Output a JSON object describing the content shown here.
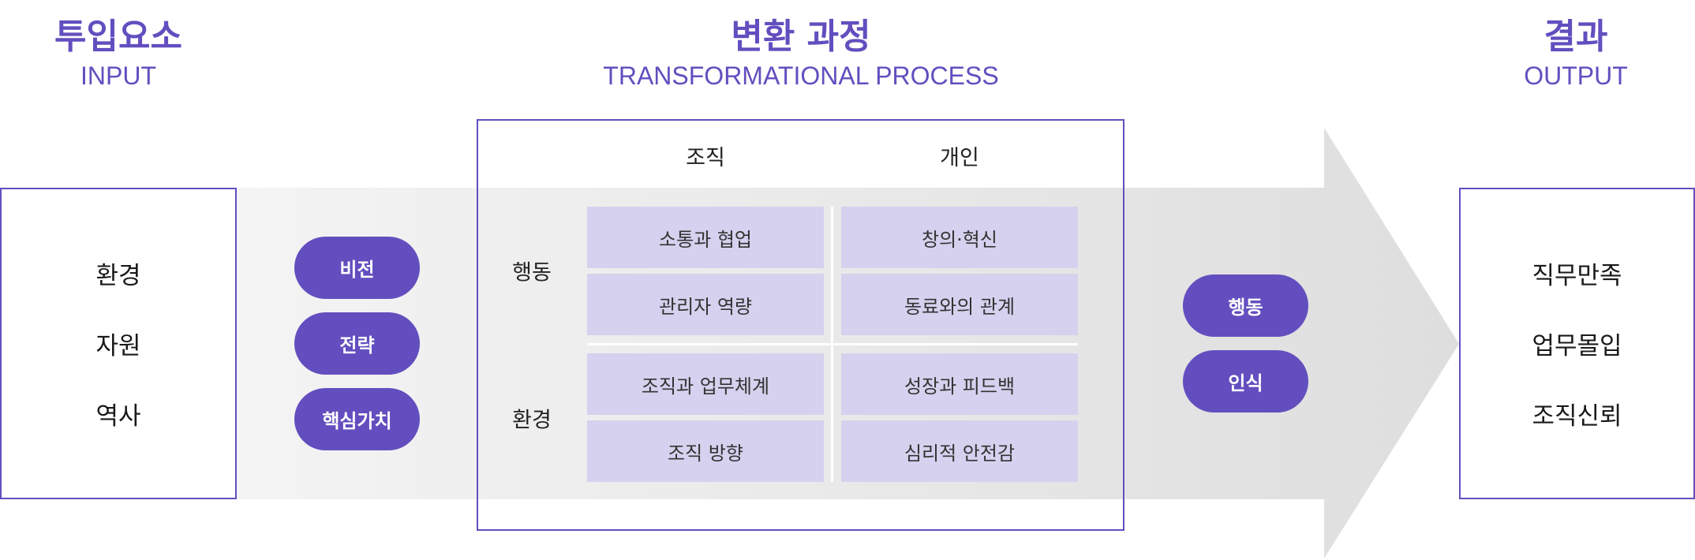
{
  "colors": {
    "accent": "#634ebf",
    "cell": "#d6d1ee"
  },
  "input": {
    "title": "투입요소",
    "subtitle": "INPUT",
    "items": [
      "환경",
      "자원",
      "역사"
    ]
  },
  "process": {
    "title": "변환 과정",
    "subtitle": "TRANSFORMATIONAL PROCESS",
    "columns": [
      "조직",
      "개인"
    ],
    "rows": [
      "행동",
      "환경"
    ],
    "cells": [
      "소통과 협업",
      "창의·혁신",
      "관리자 역량",
      "동료와의 관계",
      "조직과 업무체계",
      "성장과 피드백",
      "조직 방향",
      "심리적 안전감"
    ]
  },
  "drivers": [
    "비전",
    "전략",
    "핵심가치"
  ],
  "mediators": [
    "행동",
    "인식"
  ],
  "output": {
    "title": "결과",
    "subtitle": "OUTPUT",
    "items": [
      "직무만족",
      "업무몰입",
      "조직신뢰"
    ]
  }
}
